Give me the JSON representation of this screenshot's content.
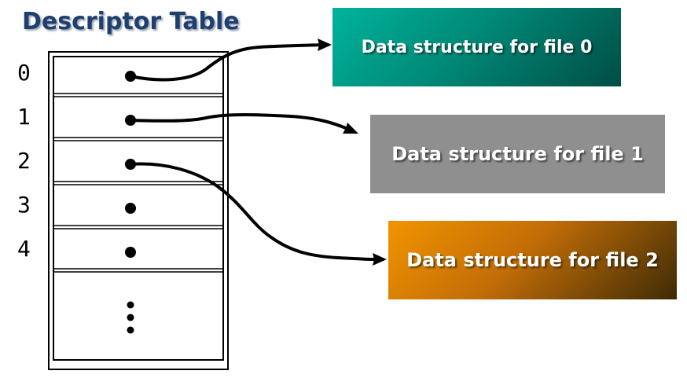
{
  "title": "Descriptor Table",
  "rows": [
    {
      "index": "0"
    },
    {
      "index": "1"
    },
    {
      "index": "2"
    },
    {
      "index": "3"
    },
    {
      "index": "4"
    }
  ],
  "structures": [
    {
      "label": "Data structure for file 0",
      "color": "#00a88f"
    },
    {
      "label": "Data structure for file 1",
      "color": "#8f8f8f"
    },
    {
      "label": "Data structure for file 2",
      "color": "#e08a00"
    }
  ]
}
